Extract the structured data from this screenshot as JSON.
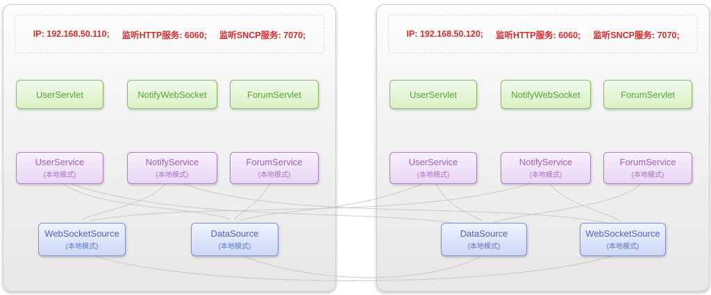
{
  "diagram": {
    "panels": [
      {
        "header_parts": [
          "IP: 192.168.50.110;",
          "监听HTTP服务: 6060;",
          "监听SNCP服务: 7070;"
        ],
        "servlets": [
          "UserServlet",
          "NotifyWebSocket",
          "ForumServlet"
        ],
        "services": [
          {
            "name": "UserService",
            "mode": "(本地模式)"
          },
          {
            "name": "NotifyService",
            "mode": "(本地模式)"
          },
          {
            "name": "ForumService",
            "mode": "(本地模式)"
          }
        ],
        "sources": [
          {
            "name": "WebSocketSource",
            "mode": "(本地模式)"
          },
          {
            "name": "DataSource",
            "mode": "(本地模式)"
          }
        ]
      },
      {
        "header_parts": [
          "IP: 192.168.50.120;",
          "监听HTTP服务: 6060;",
          "监听SNCP服务: 7070;"
        ],
        "servlets": [
          "UserServlet",
          "NotifyWebSocket",
          "ForumServlet"
        ],
        "services": [
          {
            "name": "UserService",
            "mode": "(本地模式)"
          },
          {
            "name": "NotifyService",
            "mode": "(本地模式)"
          },
          {
            "name": "ForumService",
            "mode": "(本地模式)"
          }
        ],
        "sources": [
          {
            "name": "DataSource",
            "mode": "(本地模式)"
          },
          {
            "name": "WebSocketSource",
            "mode": "(本地模式)"
          }
        ]
      }
    ],
    "colors": {
      "servlet_text": "#53a733",
      "service_text": "#a05cc0",
      "source_text": "#4a63c8",
      "header_text": "#d62c2c"
    }
  }
}
